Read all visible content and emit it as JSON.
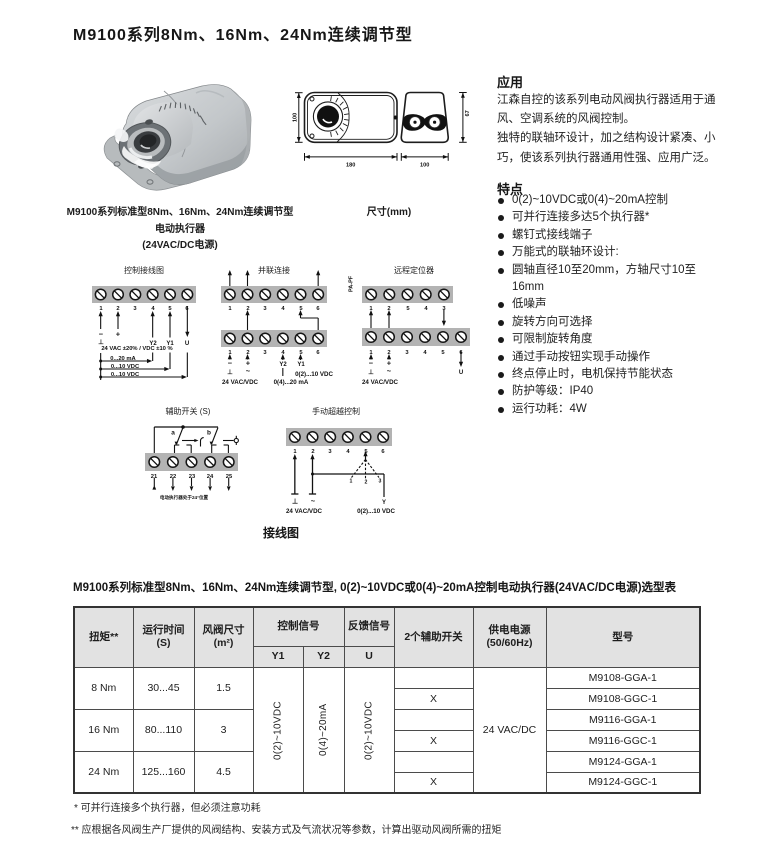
{
  "page": {
    "title": "M9100系列8Nm、16Nm、24Nm连续调节型"
  },
  "product": {
    "caption_line1": "M9100系列标准型8Nm、16Nm、24Nm连续调节型",
    "caption_line2": "电动执行器",
    "caption_line3": "(24VAC/DC电源)"
  },
  "dimensions": {
    "caption": "尺寸(mm)",
    "top_view_height": "100",
    "top_view_length": "180",
    "end_view_width": "100",
    "end_view_height": "67"
  },
  "application": {
    "heading": "应用",
    "lines": [
      "江森自控的该系列电动风阀执行器适用于通",
      "风、空调系统的风阀控制。",
      "独特的联轴环设计，加之结构设计紧凑、小",
      "巧，使该系列执行器通用性强、应用广泛。"
    ]
  },
  "features": {
    "heading": "特点",
    "items": [
      "0(2)~10VDC或0(4)~20mA控制",
      "可并行连接多达5个执行器*",
      "螺钉式接线端子",
      "万能式的联轴环设计:",
      "圆轴直径10至20mm，方轴尺寸10至16mm",
      "低噪声",
      "旋转方向可选择",
      "可限制旋转角度",
      "通过手动按钮实现手动操作",
      "终点停止时，电机保持节能状态",
      "防护等级：IP40",
      "运行功耗：4W"
    ]
  },
  "wiring": {
    "caption": "接线图",
    "control": {
      "title": "控制接线图",
      "terminals": [
        "1",
        "2",
        "3",
        "4",
        "5",
        "6"
      ],
      "minus": "−",
      "ground": "⊥",
      "plus": "+",
      "power": "24 VAC ±20% / VDC ±10 %",
      "y2": "Y2",
      "y1": "Y1",
      "u": "U",
      "sig_y2": "0...20 mA",
      "sig_y1": "0...10 VDC",
      "sig_u": "0...10 VDC"
    },
    "parallel": {
      "title": "并联连接",
      "top_terminals": [
        "1",
        "2",
        "3",
        "4",
        "5",
        "6"
      ],
      "bottom_terminals": [
        "1",
        "2",
        "3",
        "4",
        "5",
        "6"
      ],
      "minus": "−",
      "ground": "⊥",
      "plus": "+",
      "tilde": "~",
      "power": "24 VAC/VDC",
      "y2": "Y2",
      "sig_y2": "0(4)...20 mA",
      "y1": "Y1",
      "sig_y1": "0(2)...10 VDC"
    },
    "remote": {
      "title": "远程定位器",
      "side_label": "PA-PF",
      "top_terminals": [
        "1",
        "2",
        "5",
        "4",
        "3"
      ],
      "bottom_terminals": [
        "1",
        "2",
        "3",
        "4",
        "5",
        "6"
      ],
      "minus": "−",
      "ground": "⊥",
      "plus": "+",
      "tilde": "~",
      "power": "24 VAC/VDC",
      "u": "U"
    },
    "aux": {
      "title": "辅助开关 (S)",
      "terminals": [
        "21",
        "22",
        "23",
        "24",
        "25"
      ],
      "switch_a": "a",
      "switch_b": "b",
      "note": "电动执行器处于24°位置"
    },
    "manual": {
      "title": "手动超越控制",
      "terminals": [
        "1",
        "2",
        "3",
        "4",
        "5",
        "6"
      ],
      "ground": "⊥",
      "tilde": "~",
      "power": "24 VAC/VDC",
      "y": "Y",
      "sig_y": "0(2)...10 VDC",
      "positions": [
        "1",
        "2",
        "3"
      ]
    }
  },
  "table": {
    "title": "M9100系列标准型8Nm、16Nm、24Nm连续调节型, 0(2)~10VDC或0(4)~20mA控制电动执行器(24VAC/DC电源)选型表",
    "headers": {
      "torque": "扭矩**",
      "run_time": "运行时间\n(S)",
      "damper_size": "风阀尺寸\n(m²)",
      "control_signal": "控制信号",
      "feedback_signal": "反馈信号",
      "y1": "Y1",
      "y2": "Y2",
      "u": "U",
      "aux_switches": "2个辅助开关",
      "power_supply": "供电电源\n(50/60Hz)",
      "model": "型号"
    },
    "signals": {
      "y1": "0(2)~10VDC",
      "y2": "0(4)~20mA",
      "u": "0(2)~10VDC"
    },
    "power": "24 VAC/DC",
    "aux_mark": "X",
    "groups": [
      {
        "torque": "8 Nm",
        "run_time": "30...45",
        "damper_size": "1.5",
        "models": [
          {
            "name": "M9108-GGA-1",
            "aux": ""
          },
          {
            "name": "M9108-GGC-1",
            "aux": "X"
          }
        ]
      },
      {
        "torque": "16 Nm",
        "run_time": "80...110",
        "damper_size": "3",
        "models": [
          {
            "name": "M9116-GGA-1",
            "aux": ""
          },
          {
            "name": "M9116-GGC-1",
            "aux": "X"
          }
        ]
      },
      {
        "torque": "24 Nm",
        "run_time": "125...160",
        "damper_size": "4.5",
        "models": [
          {
            "name": "M9124-GGA-1",
            "aux": ""
          },
          {
            "name": "M9124-GGC-1",
            "aux": "X"
          }
        ]
      }
    ]
  },
  "footnotes": [
    "* 可并行连接多个执行器，但必须注意功耗",
    "** 应根据各风阀生产厂提供的风阀结构、安装方式及气流状况等参数，计算出驱动风阀所需的扭矩"
  ]
}
